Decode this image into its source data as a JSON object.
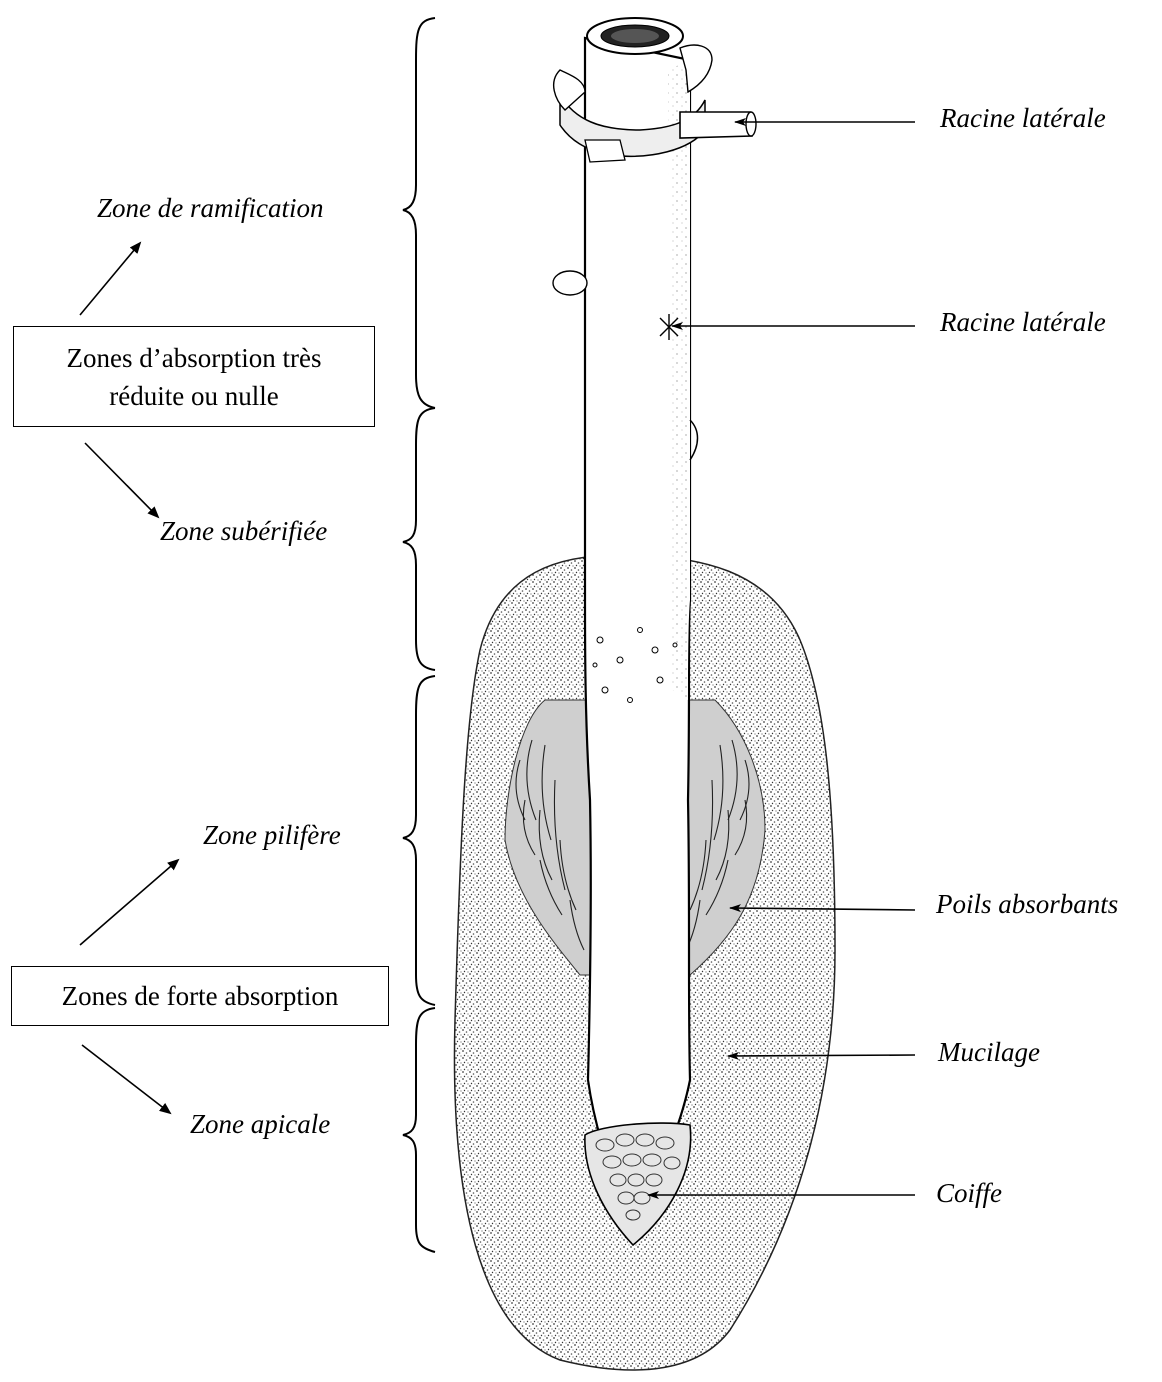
{
  "diagram": {
    "left_labels": {
      "zone_ramification": "Zone de ramification",
      "zone_suberifiee": "Zone subérifiée",
      "zone_pilifere": "Zone pilifère",
      "zone_apicale": "Zone apicale"
    },
    "boxes": {
      "reduced_absorption": {
        "line1": "Zones d’absorption très",
        "line2": "réduite ou nulle"
      },
      "strong_absorption": "Zones de forte absorption"
    },
    "right_labels": {
      "lateral_root_top": "Racine latérale",
      "lateral_root_middle": "Racine latérale",
      "absorbent_hairs": "Poils absorbants",
      "mucilage": "Mucilage",
      "root_cap": "Coiffe"
    }
  }
}
